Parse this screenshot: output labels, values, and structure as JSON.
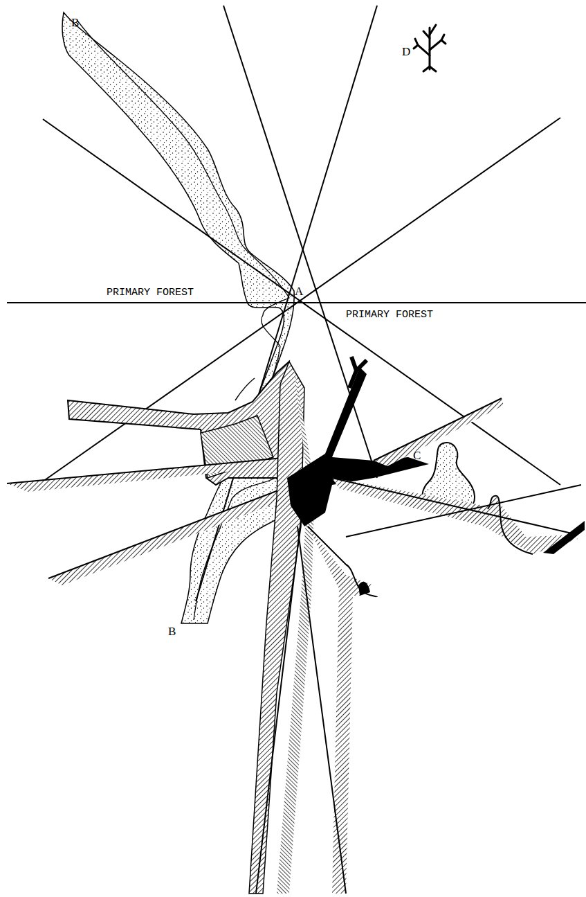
{
  "diagram": {
    "labels": [
      "B",
      "A",
      "PRIMARY FOREST",
      "PRIMARY FOREST",
      "C",
      "D",
      "B"
    ]
  }
}
